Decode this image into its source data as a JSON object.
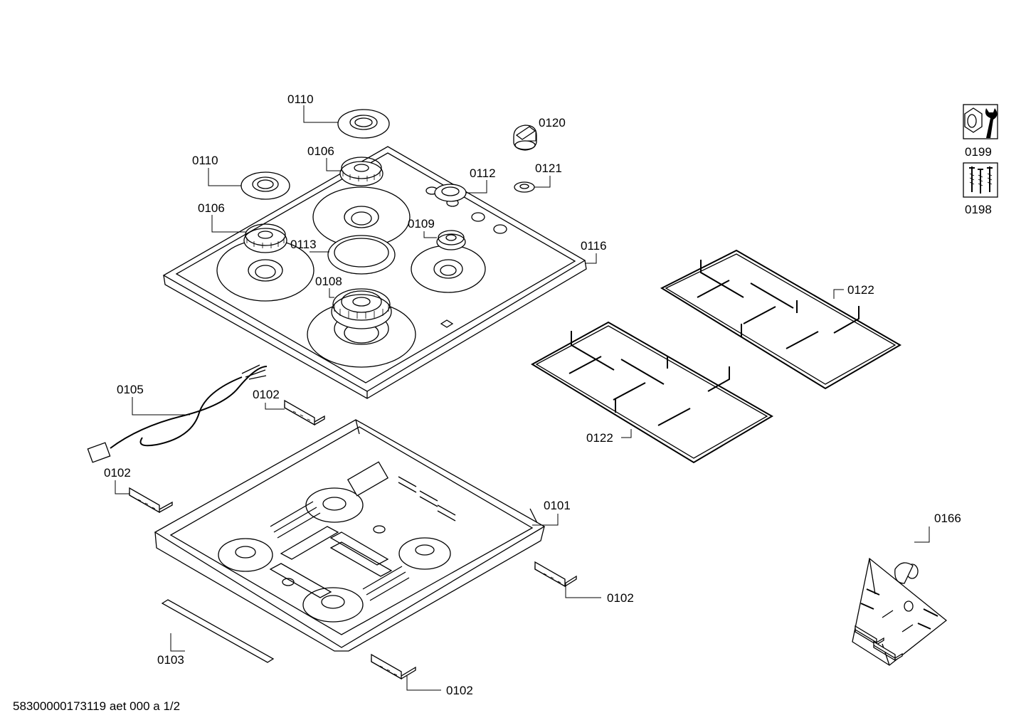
{
  "labels": {
    "l0110_top": "0110",
    "l0120": "0120",
    "l0110_left": "0110",
    "l0106_top": "0106",
    "l0112": "0112",
    "l0121": "0121",
    "l0106_left": "0106",
    "l0109": "0109",
    "l0113": "0113",
    "l0116": "0116",
    "l0108": "0108",
    "l0122_top": "0122",
    "l0122_bottom": "0122",
    "l0105": "0105",
    "l0102_a": "0102",
    "l0102_b": "0102",
    "l0101": "0101",
    "l0102_c": "0102",
    "l0103": "0103",
    "l0102_d": "0102",
    "l0166": "0166",
    "l0199": "0199",
    "l0198": "0198"
  },
  "footer": "58300000173119 aet 000 a 1/2",
  "icons": [
    "wrench-nut-icon",
    "screws-icon"
  ]
}
